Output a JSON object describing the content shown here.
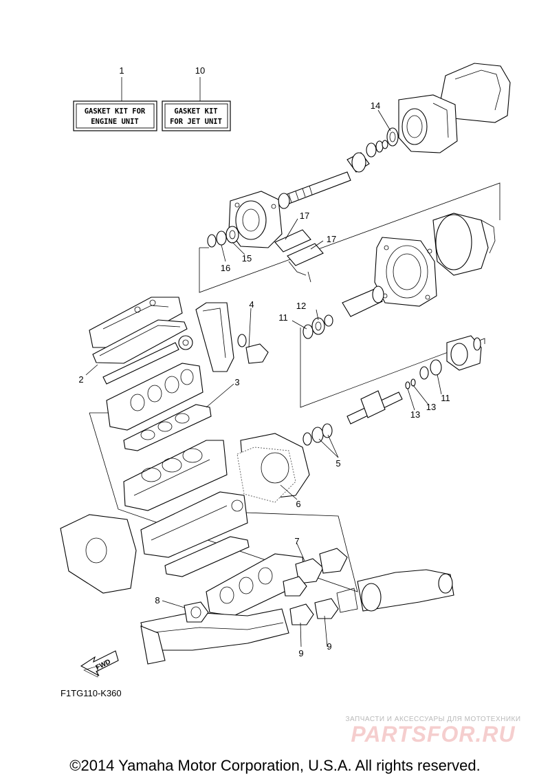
{
  "kits": [
    {
      "number": "1",
      "line1": "GASKET KIT FOR",
      "line2": "ENGINE UNIT"
    },
    {
      "number": "10",
      "line1": "GASKET KIT",
      "line2": "FOR JET UNIT"
    }
  ],
  "callouts": [
    "2",
    "3",
    "4",
    "5",
    "6",
    "7",
    "8",
    "9",
    "9",
    "11",
    "11",
    "12",
    "13",
    "13",
    "14",
    "15",
    "16",
    "17",
    "17"
  ],
  "fwd_label": "FWD",
  "figure_code": "F1TG110-K360",
  "watermark": {
    "tagline": "ЗАПЧАСТИ И АКСЕССУАРЫ ДЛЯ МОТОТЕХНИКИ",
    "logo": "PARTSFOR.RU"
  },
  "copyright": "©2014 Yamaha Motor Corporation, U.S.A. All rights reserved."
}
